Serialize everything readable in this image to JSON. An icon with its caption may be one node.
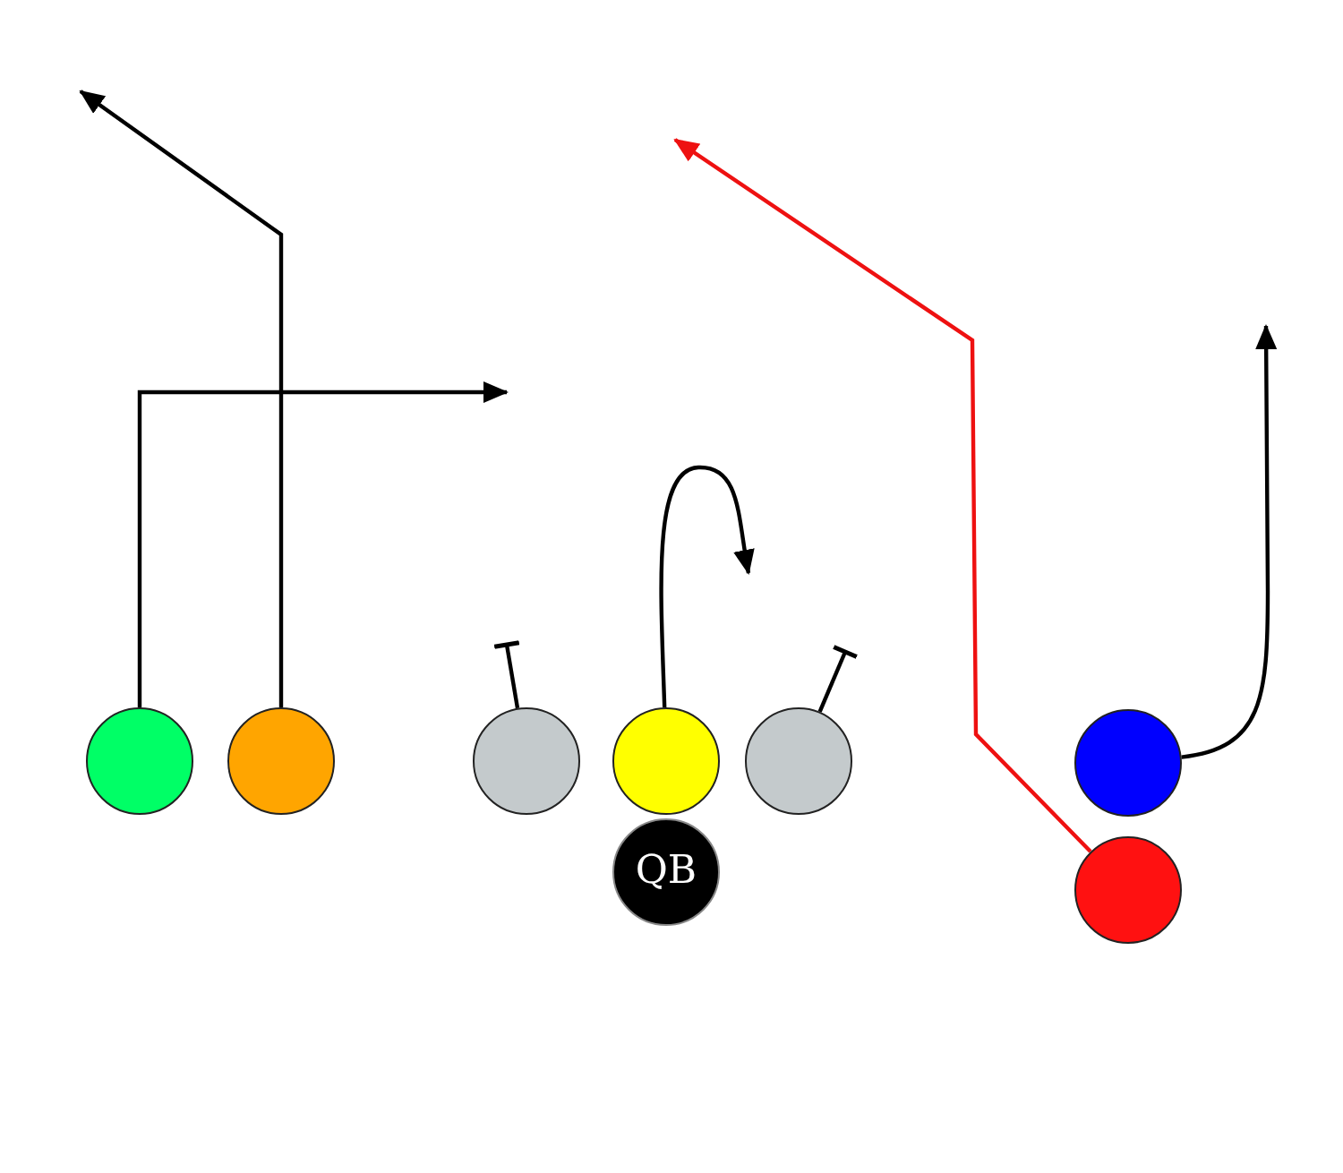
{
  "diagram": {
    "nodes": [
      {
        "text": [],
        "shape": "circle"
      },
      {
        "text": [],
        "shape": "circle"
      },
      {
        "text": [],
        "shape": "circle"
      },
      {
        "text": [],
        "shape": "circle"
      },
      {
        "text": [],
        "shape": "circle"
      },
      {
        "text": [],
        "shape": "circle"
      },
      {
        "text": [
          "QB"
        ]
      },
      {
        "text": [],
        "shape": "circle"
      }
    ],
    "edges": [
      {
        "from": 0,
        "to": null,
        "arrow": "to"
      },
      {
        "from": 1,
        "to": null,
        "arrow": "to"
      },
      {
        "from": 2,
        "to": null,
        "arrow": "other"
      },
      {
        "from": 3,
        "to": null,
        "arrow": "to"
      },
      {
        "from": 4,
        "to": null,
        "arrow": "other"
      },
      {
        "from": 5,
        "to": null,
        "arrow": "to"
      },
      {
        "from": 7,
        "to": null,
        "arrow": "to",
        "color": "#ee1111"
      }
    ]
  }
}
